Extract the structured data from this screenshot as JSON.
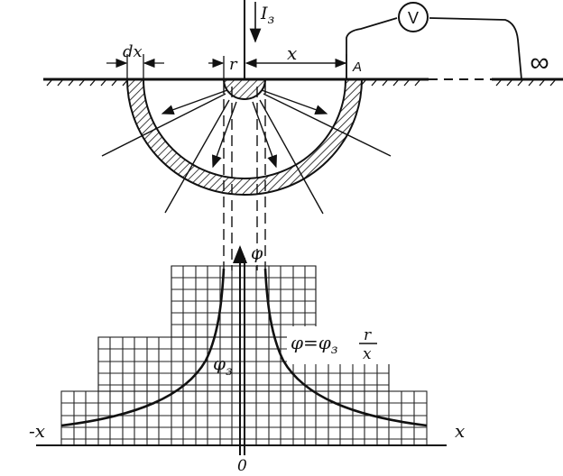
{
  "labels": {
    "current": "I",
    "current_sub": "з",
    "voltmeter": "V",
    "infinity": "∞",
    "dx": "dx",
    "r": "r",
    "x_top": "x",
    "point_a": "A",
    "phi_axis": "φ",
    "phi_z": "φ",
    "phi_z_sub": "з",
    "formula_left": "φ=φ",
    "formula_sub": "з",
    "formula_num": "r",
    "formula_den": "x",
    "neg_x": "-x",
    "pos_x": "x",
    "origin": "0"
  },
  "colors": {
    "ink": "#111111",
    "paper": "#ffffff"
  }
}
